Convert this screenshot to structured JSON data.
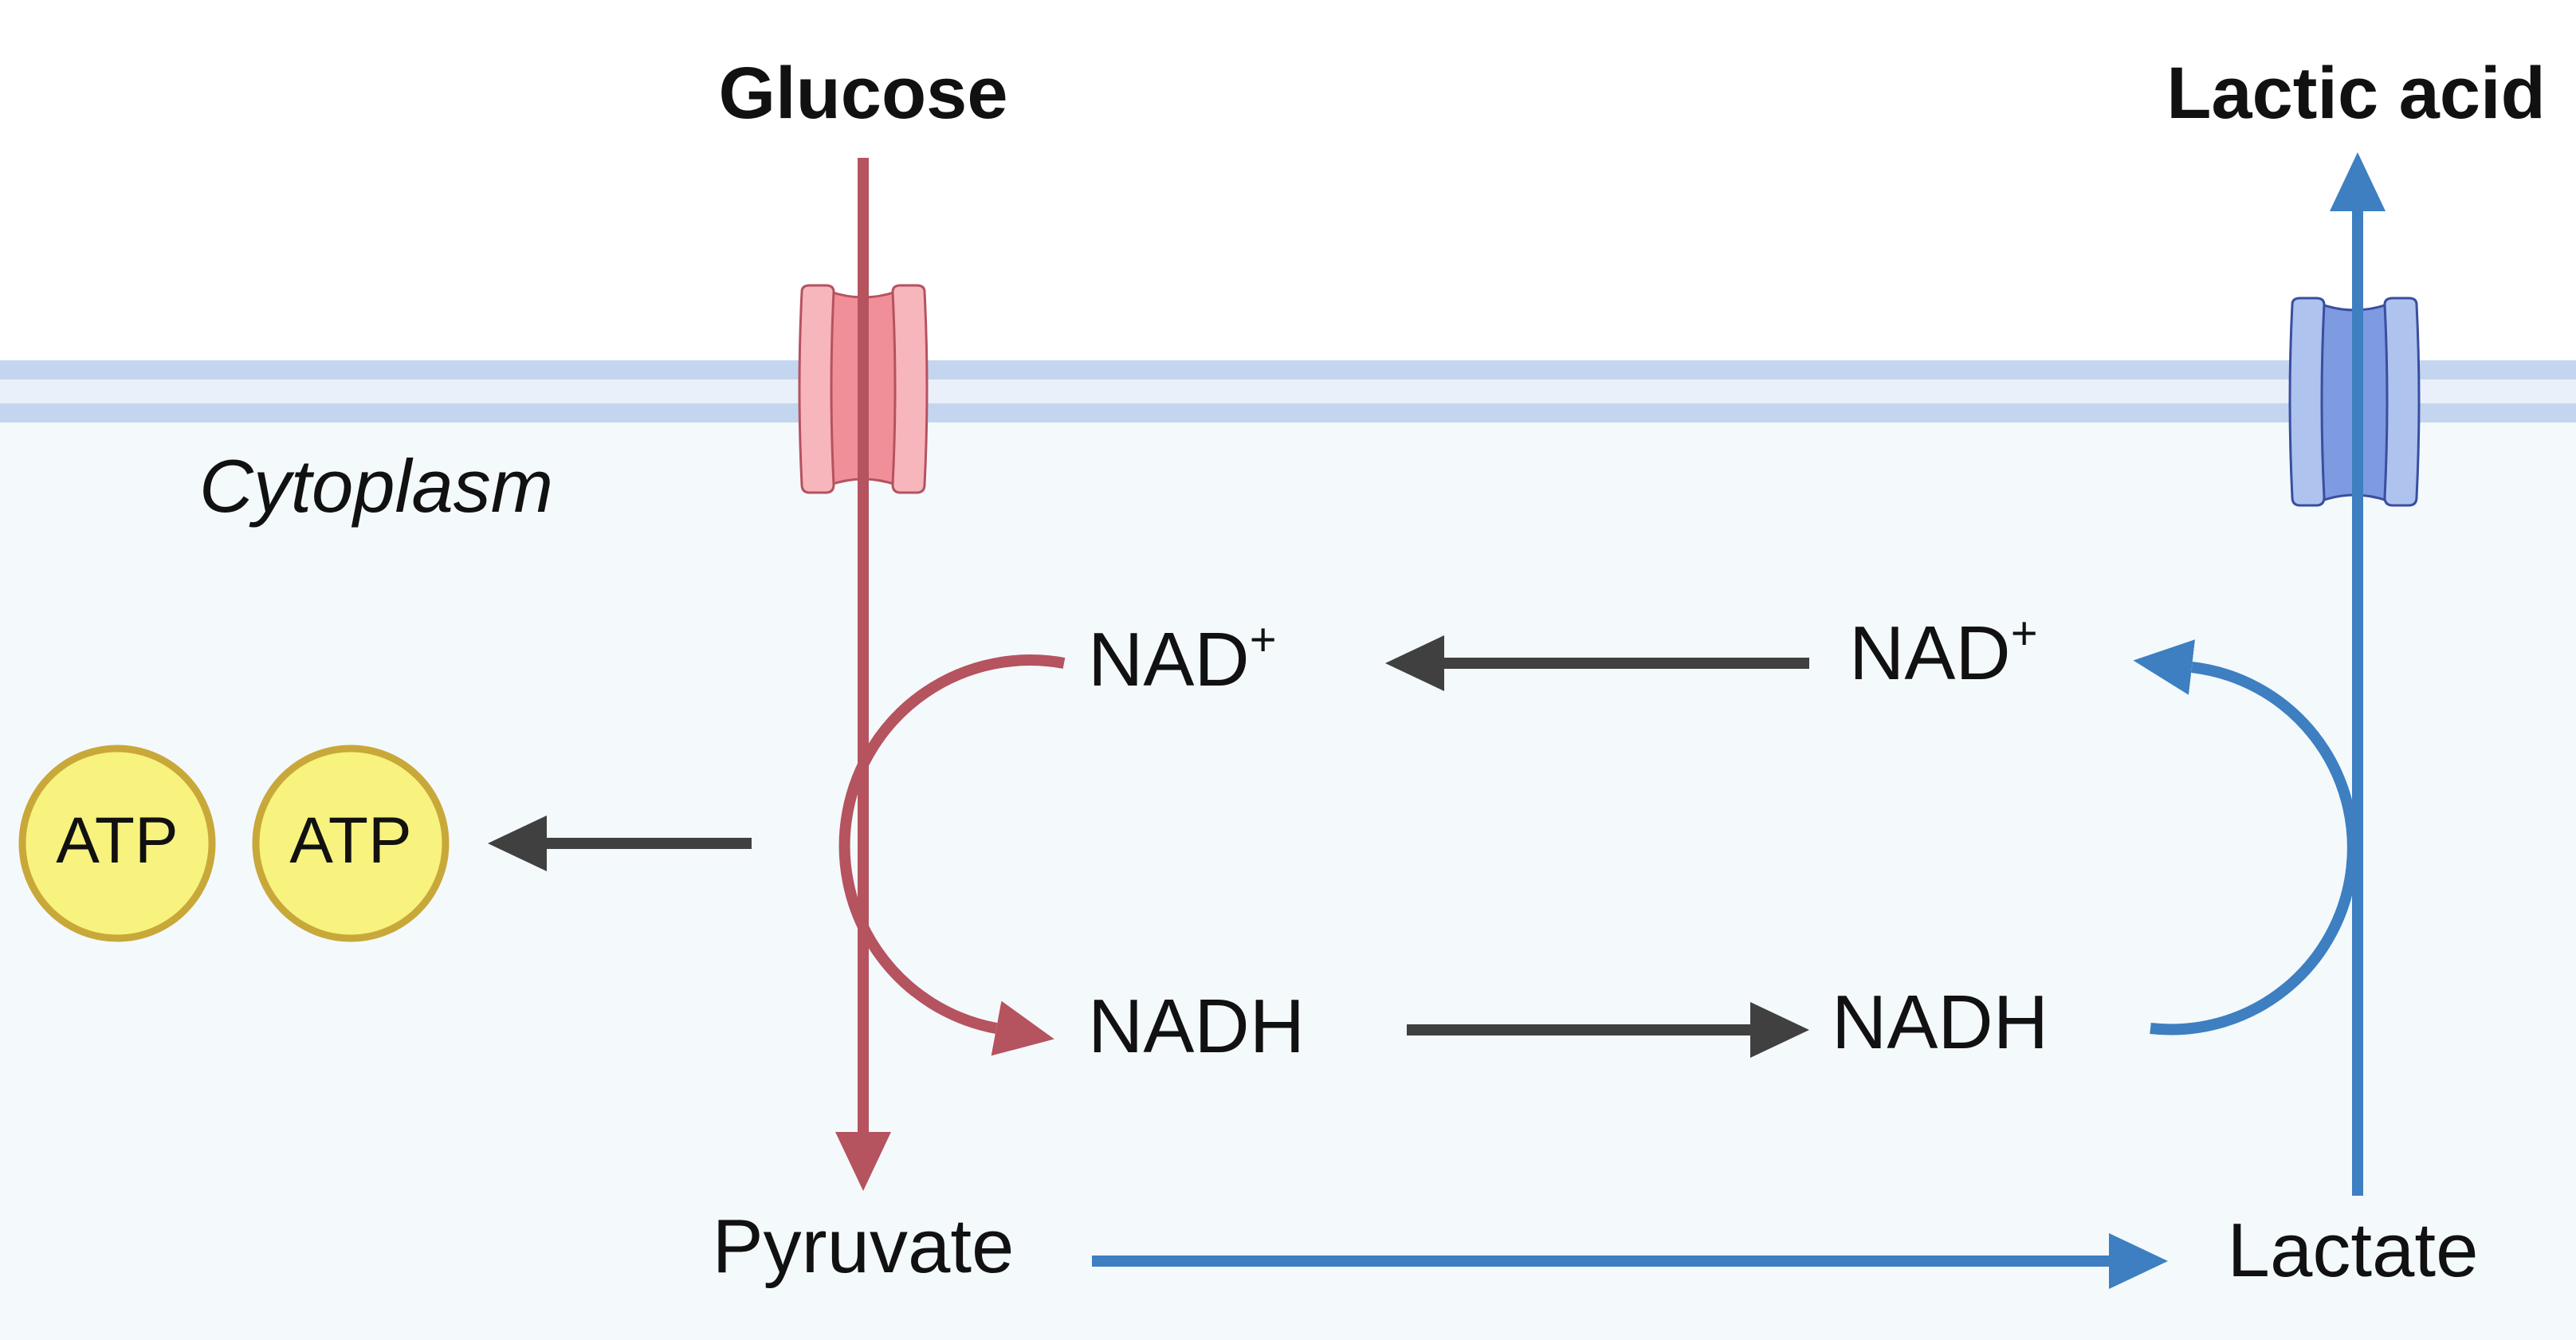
{
  "labels": {
    "glucose": "Glucose",
    "lactic_acid": "Lactic acid",
    "cytoplasm": "Cytoplasm",
    "nad_plus_left": "NAD",
    "nad_plus_right": "NAD",
    "plus_sign": "+",
    "nadh_left": "NADH",
    "nadh_right": "NADH",
    "pyruvate": "Pyruvate",
    "lactate": "Lactate",
    "atp_1": "ATP",
    "atp_2": "ATP"
  },
  "colors": {
    "cytoplasm_bg": "#f4f9fc",
    "membrane": "#c4d6ef",
    "membrane_inner": "#e9f0fa",
    "glucose_path": "#b5535f",
    "lactate_path": "#3d7fc1",
    "neutral_arrow": "#404040",
    "glut_transporter_fill": "#f7b6bb",
    "mct_transporter_fill": "#aec4ef",
    "atp_fill": "#f8f27e",
    "atp_stroke": "#c9a83a",
    "cytoplasm_text": "#3d6e70"
  },
  "icons": {
    "glucose_transporter": "glucose-transporter-icon",
    "lactate_transporter": "lactate-transporter-icon",
    "atp": "atp-molecule-icon"
  }
}
